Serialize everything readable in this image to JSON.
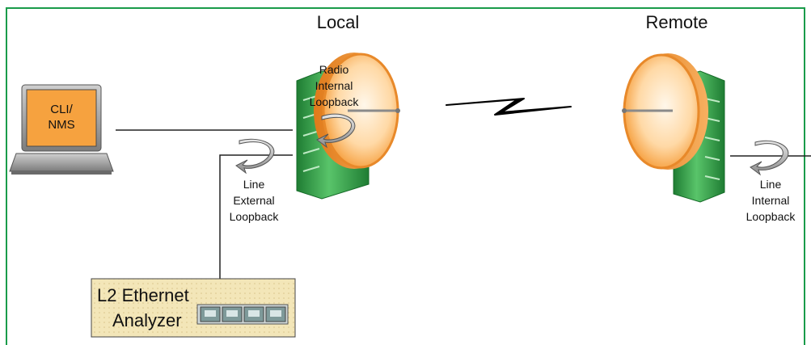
{
  "labels": {
    "local": "Local",
    "remote": "Remote",
    "laptop_line1": "CLI/",
    "laptop_line2": "NMS",
    "radio_internal_1": "Radio",
    "radio_internal_2": "Internal",
    "radio_internal_3": "Loopback",
    "line_external_1": "Line",
    "line_external_2": "External",
    "line_external_3": "Loopback",
    "line_internal_1": "Line",
    "line_internal_2": "Internal",
    "line_internal_3": "Loopback",
    "analyzer_line1": "L2 Ethernet",
    "analyzer_line2": "Analyzer"
  },
  "colors": {
    "frame": "#1a9b4a",
    "dish_orange": "#f5a040",
    "dish_light": "#ffe8c8",
    "radio_green": "#3aa84a",
    "analyzer_fill": "#f3e6b8",
    "laptop_screen": "#f6a23f"
  },
  "icons": [
    "laptop-icon",
    "local-radio-icon",
    "remote-radio-icon",
    "wireless-link-icon",
    "loopback-arrow-icon",
    "ethernet-port-icon"
  ]
}
